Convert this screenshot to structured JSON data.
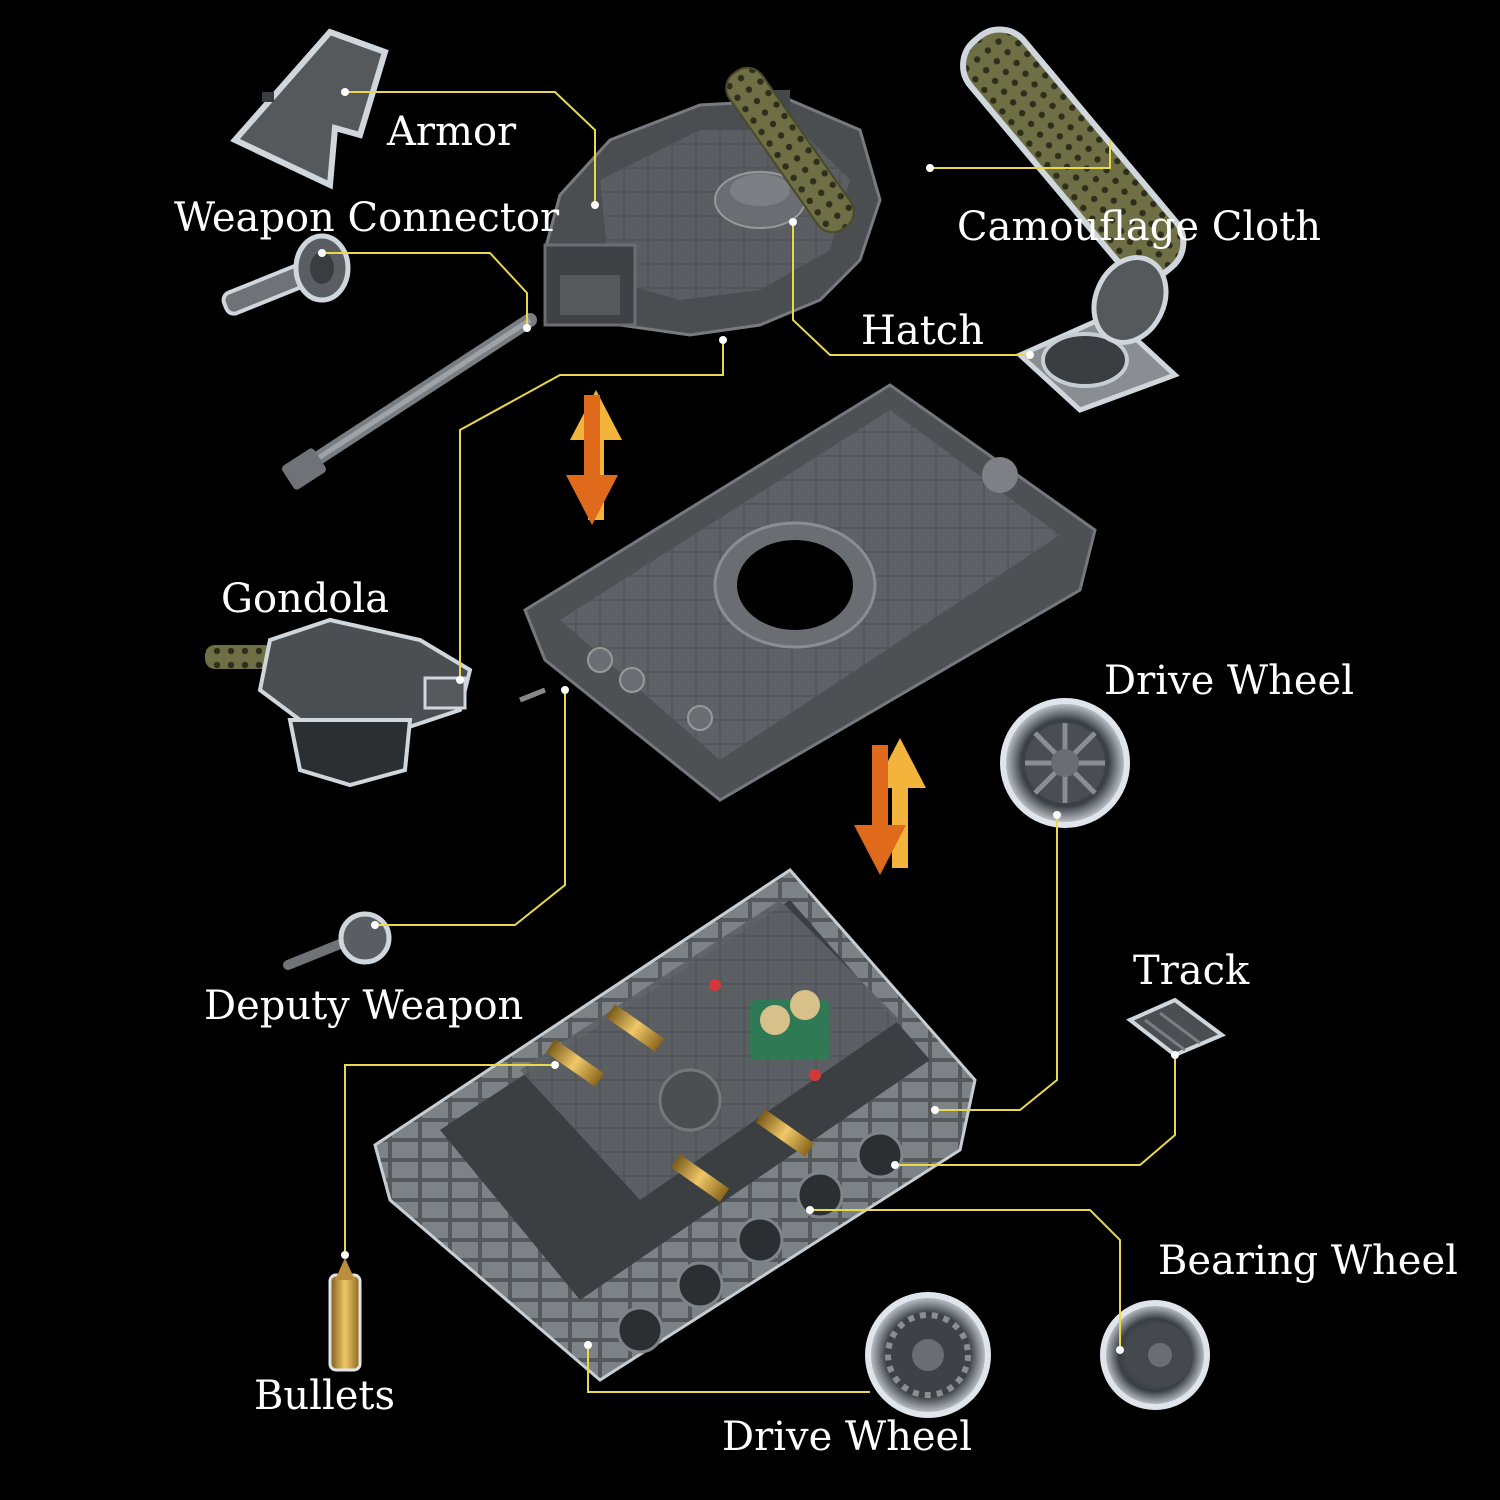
{
  "colors": {
    "background": "#000000",
    "leader_line": "#e8d84a",
    "label_text": "#ffffff",
    "arrow_up": "#f2b43a",
    "arrow_down": "#e06a1c",
    "brick_grey": "#5a5d60",
    "camo_green": "#6f6f45",
    "bullet_brass": "#c9a24a",
    "part_glow": "#cfd6dc"
  },
  "labels": {
    "armor": "Armor",
    "weapon_connector": "Weapon Connector",
    "camouflage_cloth": "Camouflage Cloth",
    "hatch": "Hatch",
    "gondola": "Gondola",
    "drive_wheel_top": "Drive Wheel",
    "track": "Track",
    "deputy_weapon": "Deputy Weapon",
    "bearing_wheel": "Bearing Wheel",
    "bullets": "Bullets",
    "drive_wheel_bottom": "Drive Wheel"
  }
}
